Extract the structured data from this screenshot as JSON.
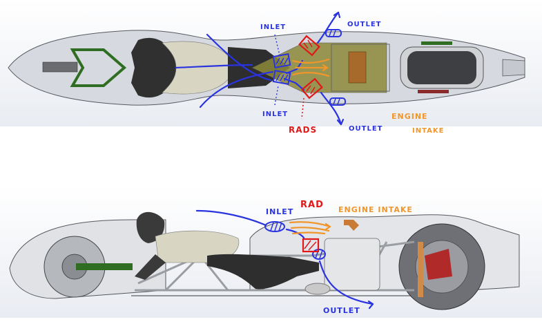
{
  "figure": {
    "description": "CAD top view and side view of streamliner motorcycle with hand-drawn cooling airflow annotations",
    "colors": {
      "airflow": "#2a33e0",
      "radiator": "#e01818",
      "engine_intake": "#f0962a",
      "body": "#c9ccd2",
      "rider_suit": "#d8d5c2",
      "rider_dark": "#2e2e2e",
      "chassis_green": "#2f6d22"
    }
  },
  "top_view": {
    "labels": {
      "inlet_top": "INLET",
      "inlet_bottom": "INLET",
      "outlet_top": "OUTLET",
      "outlet_bottom": "OUTLET",
      "rads": "RADS",
      "engine": "ENGINE",
      "intake": "INTAKE"
    }
  },
  "side_view": {
    "labels": {
      "inlet": "INLET",
      "rad": "RAD",
      "engine_intake": "ENGINE INTAKE",
      "outlet": "OUTLET"
    }
  }
}
